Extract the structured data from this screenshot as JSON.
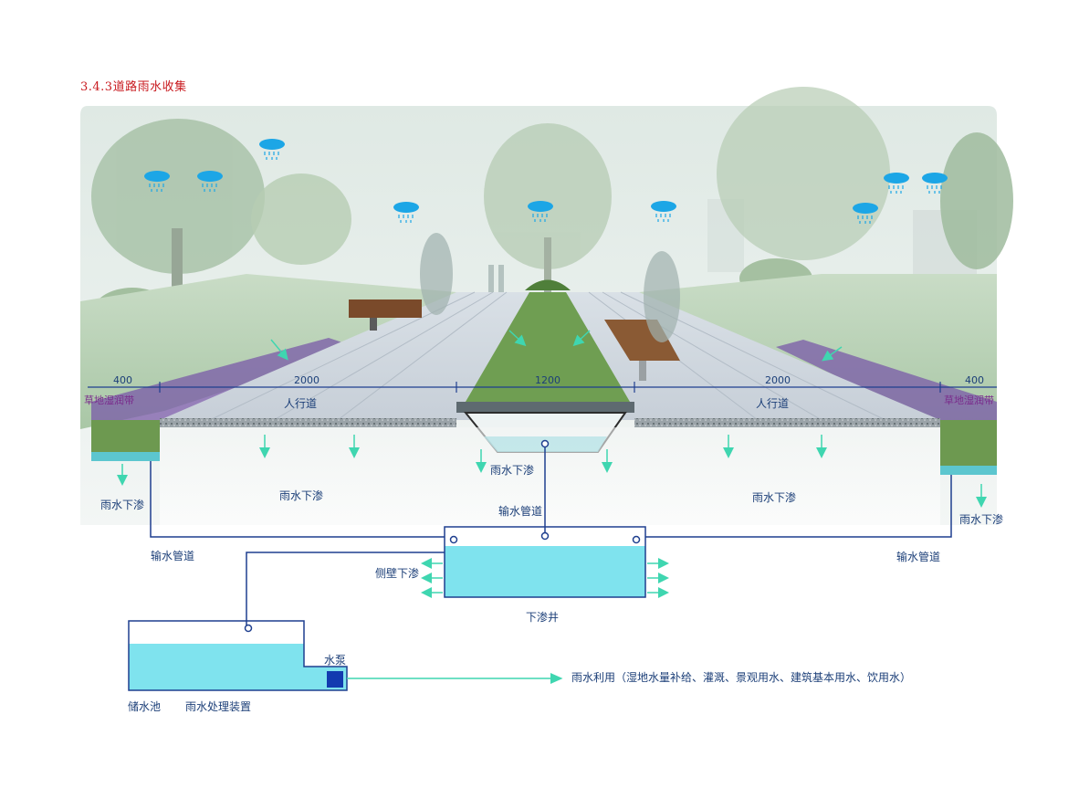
{
  "title": "3.4.3道路雨水收集",
  "dimensions": {
    "left_edge": "400",
    "left_walk": "2000",
    "center": "1200",
    "right_walk": "2000",
    "right_edge": "400"
  },
  "labels": {
    "walkway_left": "人行道",
    "walkway_right": "人行道",
    "wetland_left": "草地湿润带",
    "wetland_right": "草地湿润带",
    "infiltration_left_edge": "雨水下渗",
    "infiltration_left": "雨水下渗",
    "infiltration_center": "雨水下渗",
    "infiltration_right": "雨水下渗",
    "infiltration_right_edge": "雨水下渗",
    "pipe_center": "输水管道",
    "pipe_left": "输水管道",
    "pipe_right": "输水管道",
    "side_infiltration": "侧壁下渗",
    "infiltration_well": "下渗井",
    "pump": "水泵",
    "storage": "储水池",
    "treatment": "雨水处理装置",
    "usage": "雨水利用（湿地水量补给、灌溉、景观用水、建筑基本用水、饮用水）"
  },
  "colors": {
    "pipe": "#1f3f8f",
    "water": "#7fe3ee",
    "arrow": "#3fd6b0",
    "rain": "#1ca6e6",
    "pump": "#123bb0",
    "title": "#c8191e"
  }
}
